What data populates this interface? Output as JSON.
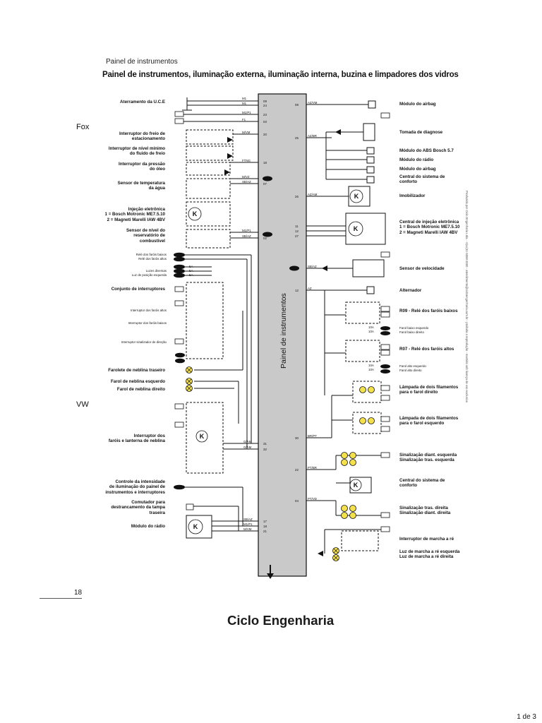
{
  "header": {
    "section": "Painel de instrumentos",
    "title": "Painel de instrumentos, iluminação externa, iluminação interna, buzina e limpadores dos vidros"
  },
  "brand_left_top": "Fox",
  "brand_left_bottom": "VW",
  "panel_label": "Painel de instrumentos",
  "left_labels": [
    {
      "id": "ground",
      "text": "Aterramento da U.C.E"
    },
    {
      "id": "brake",
      "text": "Interruptor do freio de\nestacionamento"
    },
    {
      "id": "brake_fluid",
      "text": "Interruptor de nível mínimo\ndo fluido de freio"
    },
    {
      "id": "oil",
      "text": "Interruptor da pressão\ndo óleo"
    },
    {
      "id": "temp",
      "text": "Sensor de temperatura\nda água"
    },
    {
      "id": "injection",
      "text": "Injeção eletrônica\n1 = Bosch Motronic ME7.5.10\n2 = Magneti Marelli IAW 4BV"
    },
    {
      "id": "fuel",
      "text": "Sensor de nível do\nreservatório de\ncombustível"
    },
    {
      "id": "switches",
      "text": "Conjunto de interruptores"
    },
    {
      "id": "rear_fog",
      "text": "Farolete de neblina traseiro"
    },
    {
      "id": "fog_left",
      "text": "Farol de neblina esquerdo"
    },
    {
      "id": "fog_right",
      "text": "Farol de neblina direito"
    },
    {
      "id": "headlight_switch",
      "text": "Interruptor dos\nfaróis e lanterna de neblina"
    },
    {
      "id": "dimmer",
      "text": "Controle da intensidade\nde iluminação do painel de\ninstrumentos e interruptores"
    },
    {
      "id": "trunk",
      "text": "Comutador para\ndestrancamento da tampa\ntraseira"
    },
    {
      "id": "radio",
      "text": "Módulo do rádio"
    }
  ],
  "left_small_labels": [
    {
      "id": "rel_low",
      "text": "Relé dos faróis baixos"
    },
    {
      "id": "rel_high",
      "text": "Relé dos faróis altos"
    },
    {
      "id": "lamps",
      "text": "Luzes diversas"
    },
    {
      "id": "pos_left",
      "text": "Luz de posição esquerda"
    },
    {
      "id": "sw_high",
      "text": "Interruptor dos faróis altos"
    },
    {
      "id": "sw_low",
      "text": "Interruptor dos faróis baixos"
    },
    {
      "id": "sw_turn",
      "text": "Interruptor sinalizador de direção"
    }
  ],
  "right_labels": [
    {
      "id": "airbag1",
      "text": "Módulo do airbag"
    },
    {
      "id": "diag",
      "text": "Tomada de diagnose"
    },
    {
      "id": "abs",
      "text": "Módulo do ABS Bosch 5.7"
    },
    {
      "id": "radio2",
      "text": "Módulo do rádio"
    },
    {
      "id": "airbag2",
      "text": "Módulo do airbag"
    },
    {
      "id": "comfort1",
      "text": "Central do sistema de\nconforto"
    },
    {
      "id": "immobilizer",
      "text": "Imobilizador"
    },
    {
      "id": "injection_central",
      "text": "Central de injeção eletrônica\n1 = Bosch Motronic ME7.5.10\n2 = Magneti Marelli IAW 4BV"
    },
    {
      "id": "speed",
      "text": "Sensor de velocidade"
    },
    {
      "id": "alternator",
      "text": "Alternador"
    },
    {
      "id": "r09",
      "text": "R09 - Relé dos faróis baixos"
    },
    {
      "id": "r07",
      "text": "R07 - Relé dos faróis altos"
    },
    {
      "id": "lamp_right",
      "text": "Lâmpada de dois filamentos\npara o farol direito"
    },
    {
      "id": "lamp_left",
      "text": "Lâmpada de dois filamentos\npara o farol esquerdo"
    },
    {
      "id": "turn_left",
      "text": "Sinalização diant. esquerda\nSinalização tras. esquerda"
    },
    {
      "id": "comfort2",
      "text": "Central do sistema de\nconforto"
    },
    {
      "id": "turn_right",
      "text": "Sinalização tras. direita\nSinalização diant. direita"
    },
    {
      "id": "reverse_sw",
      "text": "Interruptor de marcha a ré"
    },
    {
      "id": "reverse_lights",
      "text": "Luz de marcha a ré esquerda\nLuz de marcha a ré direita"
    }
  ],
  "right_small_labels": [
    {
      "id": "low_left",
      "text": "Farol baixo esquerdo"
    },
    {
      "id": "low_right",
      "text": "Farol baixo direito"
    },
    {
      "id": "high_left",
      "text": "Farol alto esquerdo"
    },
    {
      "id": "high_right",
      "text": "Farol alto direito"
    }
  ],
  "panel_pins_left": [
    "M1",
    "M1",
    "M1/P1",
    "F1",
    "M/VM",
    "FTNG",
    "M/VZ",
    "SB/AZ",
    "M1/P1",
    "SB/AZ",
    "G/AM",
    "G/AM",
    "SB/AZ",
    "M1/P1",
    "M/VM"
  ],
  "panel_pins_right": [
    "AZ/VM",
    "AZ/BR",
    "AZ/AM",
    "SB/AZ",
    "AZ",
    "BR/PT",
    "PT/BR",
    "PT/VD"
  ],
  "pin_numbers": [
    "09",
    "24",
    "23",
    "03",
    "20",
    "18",
    "07",
    "02",
    "31",
    "32",
    "17",
    "18",
    "21",
    "08",
    "25",
    "26",
    "11",
    "12",
    "27",
    "12",
    "30",
    "22",
    "04"
  ],
  "fuses": [
    "5A",
    "5A",
    "5A",
    "10A",
    "10A",
    "10A",
    "10A"
  ],
  "footer": {
    "page_number": "18",
    "brand": "Ciclo Engenharia",
    "pager": "1 de 3"
  },
  "side_note": "Produzido por Ciclo Engenharia Ltda. - 0(xx)11-5058-2000 - atendimento@cicloengenharia.com.br - proibida a reprodução - mantido sob licença de uso exclusivo"
}
